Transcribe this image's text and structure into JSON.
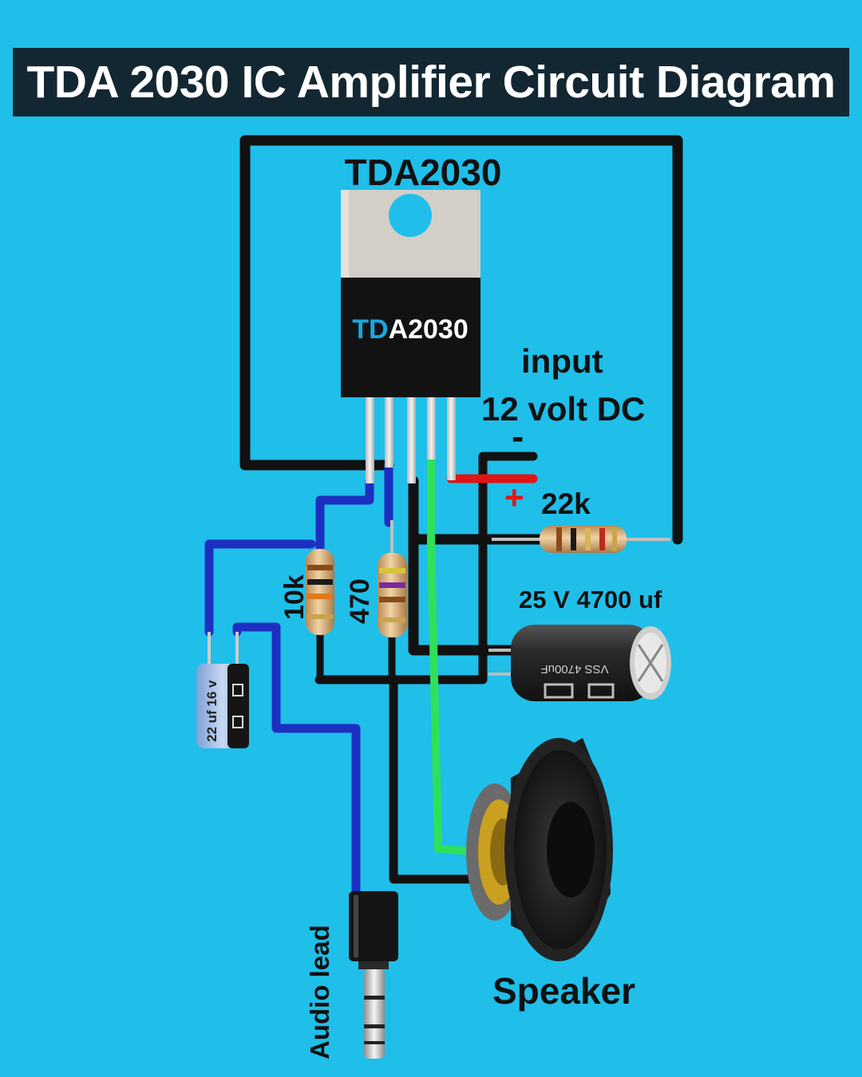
{
  "title": "TDA 2030 IC Amplifier Circuit Diagram",
  "labels": {
    "ic_top": "TDA2030",
    "ic_body_prefix": "TD",
    "ic_body_suffix": "A2030",
    "input": "input",
    "supply": "12 volt DC",
    "minus": "-",
    "plus": "+",
    "r22k": "22k",
    "r10k": "10k",
    "r470": "470",
    "cap_big": "25 V 4700 uf",
    "cap_big_print": "VSS 4700uF",
    "cap_small": "22 uf 16 v",
    "speaker": "Speaker",
    "audio": "Audio lead"
  },
  "colors": {
    "background": "#1fbfea",
    "title_bg": "#132733",
    "wire_black": "#111111",
    "wire_blue": "#1d2fc0",
    "wire_red": "#e01515",
    "wire_green": "#2ee05a",
    "ic_body": "#121212",
    "ic_tab": "#d2cfc9",
    "ic_text_accent": "#19a7e0"
  }
}
